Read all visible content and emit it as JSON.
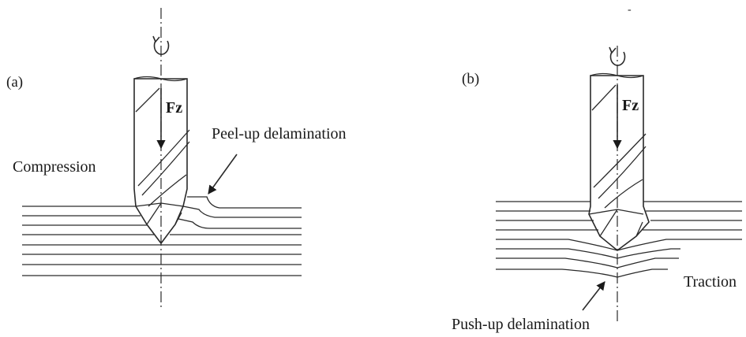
{
  "panels": [
    {
      "id": "a",
      "label": "(a)",
      "force": "Fz",
      "left_label": "Compression",
      "right_label": "Peel-up delamination",
      "bottom_label": ""
    },
    {
      "id": "b",
      "label": "(b)",
      "force": "Fz",
      "right_label": "Traction",
      "bottom_label": "Push-up delamination"
    }
  ],
  "stray_mark": "-"
}
